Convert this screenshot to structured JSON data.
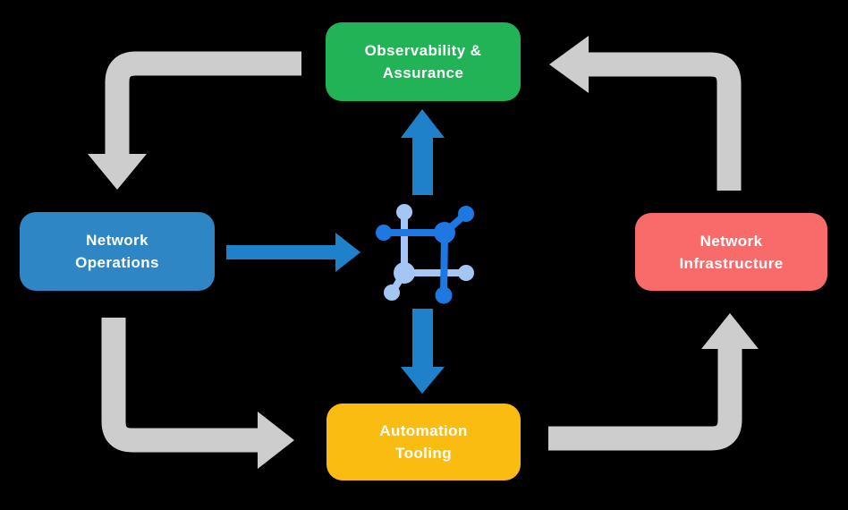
{
  "canvas": {
    "background": "#000000",
    "description": "Network automation cycle diagram"
  },
  "nodes": {
    "observability": {
      "line1": "Observability &",
      "line2": "Assurance",
      "color": "#21b356"
    },
    "operations": {
      "line1": "Network",
      "line2": "Operations",
      "color": "#2e86c4"
    },
    "infrastructure": {
      "line1": "Network",
      "line2": "Infrastructure",
      "color": "#f96a6b"
    },
    "automation": {
      "line1": "Automation",
      "line2": "Tooling",
      "color": "#fbbc12"
    }
  },
  "center_icon": {
    "name": "network-mesh-icon",
    "dark_color": "#1d78e2",
    "light_color": "#a4c6f4"
  },
  "arrows": {
    "cycle_color": "#cdcdcd",
    "flow_color": "#1f81c9"
  }
}
